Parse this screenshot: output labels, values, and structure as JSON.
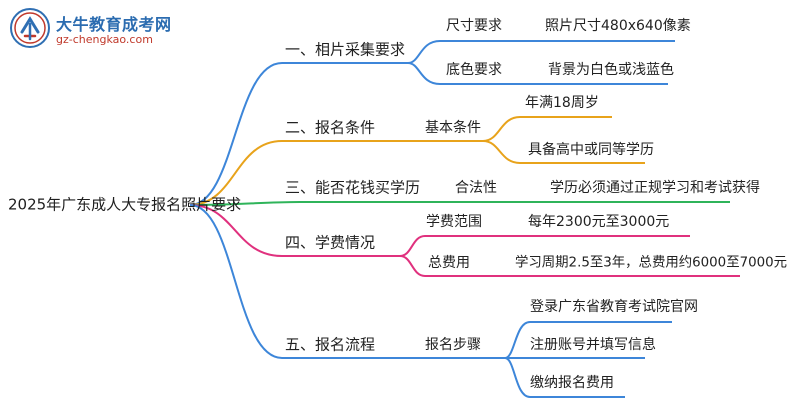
{
  "logo": {
    "title": "大牛教育成考网",
    "url": "gz-chengkao.com"
  },
  "root": "2025年广东成人大专报名照片要求",
  "colors": {
    "blue": "#3d86d9",
    "orange": "#e8a31b",
    "green": "#2fb45a",
    "pink": "#e0317e",
    "badge_blue": "#2f6fb3",
    "badge_red": "#c0392b"
  },
  "branches": [
    {
      "label": "一、相片采集要求",
      "children": [
        {
          "label": "尺寸要求",
          "children": [
            "照片尺寸480x640像素"
          ]
        },
        {
          "label": "底色要求",
          "children": [
            "背景为白色或浅蓝色"
          ]
        }
      ]
    },
    {
      "label": "二、报名条件",
      "children": [
        {
          "label": "基本条件",
          "children": [
            "年满18周岁",
            "具备高中或同等学历"
          ]
        }
      ]
    },
    {
      "label": "三、能否花钱买学历",
      "children": [
        {
          "label": "合法性",
          "children": [
            "学历必须通过正规学习和考试获得"
          ]
        }
      ]
    },
    {
      "label": "四、学费情况",
      "children": [
        {
          "label": "学费范围",
          "children": [
            "每年2300元至3000元"
          ]
        },
        {
          "label": "总费用",
          "children": [
            "学习周期2.5至3年，总费用约6000至7000元"
          ]
        }
      ]
    },
    {
      "label": "五、报名流程",
      "children": [
        {
          "label": "报名步骤",
          "children": [
            "登录广东省教育考试院官网",
            "注册账号并填写信息",
            "缴纳报名费用"
          ]
        }
      ]
    }
  ]
}
